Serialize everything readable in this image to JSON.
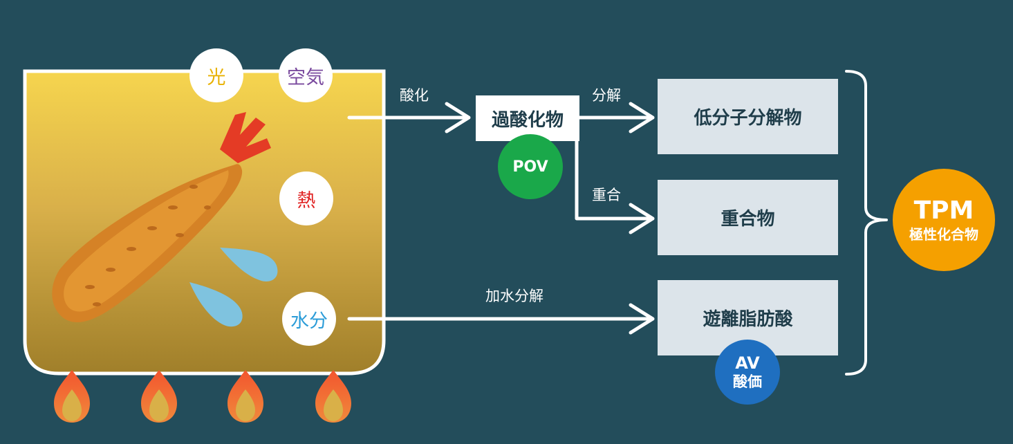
{
  "colors": {
    "background": "#234d5b",
    "light_text": "#e8b100",
    "air_text": "#7a4a9e",
    "heat_text": "#e02020",
    "water_text": "#2b9cd8",
    "pov_badge": "#1aa84a",
    "av_badge": "#1f6fc0",
    "tpm_badge": "#f5a000",
    "box_fill": "#dce4ea",
    "arrow": "#ffffff"
  },
  "factors": {
    "light": "光",
    "air": "空気",
    "heat": "熱",
    "water": "水分"
  },
  "arrows": {
    "oxidation": "酸化",
    "decomposition": "分解",
    "polymerization": "重合",
    "hydrolysis": "加水分解"
  },
  "nodes": {
    "peroxide": "過酸化物",
    "low_molecular": "低分子分解物",
    "polymer": "重合物",
    "free_fatty_acid": "遊離脂肪酸"
  },
  "badges": {
    "pov": "POV",
    "av_line1": "AV",
    "av_line2": "酸価",
    "tpm_line1": "TPM",
    "tpm_line2": "極性化合物"
  },
  "icons": {
    "shrimp": "fried-shrimp-icon",
    "droplets": "water-droplet-icon",
    "flame": "flame-icon",
    "pot": "fryer-pot-icon",
    "brace": "right-brace-icon"
  }
}
